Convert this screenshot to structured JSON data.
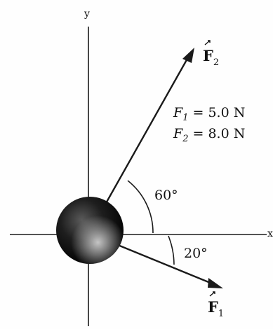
{
  "diagram": {
    "axes": {
      "y_label": "y",
      "x_label": "x"
    },
    "vectors": [
      {
        "symbol": "F",
        "subscript": "2",
        "direction_deg_from_x_axis": 60
      },
      {
        "symbol": "F",
        "subscript": "1",
        "direction_deg_from_x_axis": -20
      }
    ],
    "given": [
      {
        "symbol": "F",
        "subscript": "1",
        "text": " = 5.0 N"
      },
      {
        "symbol": "F",
        "subscript": "2",
        "text": " = 8.0 N"
      }
    ],
    "angles": {
      "angle_f2": "60°",
      "angle_f1": "20°"
    }
  }
}
